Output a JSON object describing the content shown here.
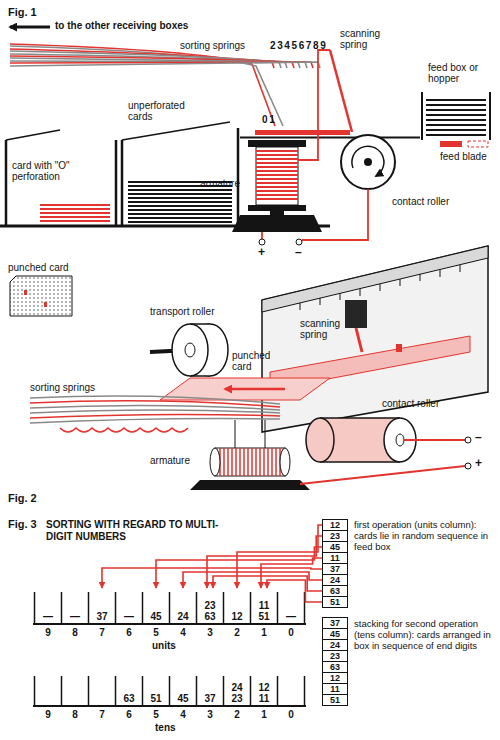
{
  "diagram": {
    "nodes": [
      {
        "text": [
          "12"
        ]
      },
      {
        "text": [
          "23"
        ]
      },
      {
        "text": [
          "45"
        ]
      },
      {
        "text": [
          "11"
        ]
      },
      {
        "text": [
          "37"
        ]
      },
      {
        "text": [
          "24"
        ]
      },
      {
        "text": [
          "63"
        ]
      },
      {
        "text": [
          "51"
        ]
      },
      {
        "text": [
          "—"
        ]
      },
      {
        "text": [
          "—"
        ]
      },
      {
        "text": [
          "37"
        ]
      },
      {
        "text": [
          "—"
        ]
      },
      {
        "text": [
          "45"
        ]
      },
      {
        "text": [
          "24"
        ]
      },
      {
        "text": [
          "23",
          "63"
        ]
      },
      {
        "text": [
          "12"
        ]
      },
      {
        "text": [
          "11",
          "51"
        ]
      },
      {
        "text": [
          "—"
        ]
      },
      {
        "text": [
          "37"
        ]
      },
      {
        "text": [
          "45"
        ]
      },
      {
        "text": [
          "24"
        ]
      },
      {
        "text": [
          "23"
        ]
      },
      {
        "text": [
          "63"
        ]
      },
      {
        "text": [
          "12"
        ]
      },
      {
        "text": [
          "11"
        ]
      },
      {
        "text": [
          "51"
        ]
      },
      {
        "text": [
          "63"
        ]
      },
      {
        "text": [
          "51"
        ]
      },
      {
        "text": [
          "45"
        ]
      },
      {
        "text": [
          "37"
        ]
      },
      {
        "text": [
          "24",
          "23"
        ]
      },
      {
        "text": [
          "12",
          "11"
        ]
      }
    ],
    "edges": [
      {
        "from": 0,
        "to": 15,
        "arrow": "to"
      },
      {
        "from": 1,
        "to": 14,
        "arrow": "to"
      },
      {
        "from": 2,
        "to": 12,
        "arrow": "to"
      },
      {
        "from": 3,
        "to": 16,
        "arrow": "to"
      },
      {
        "from": 4,
        "to": 10,
        "arrow": "to"
      },
      {
        "from": 5,
        "to": 13,
        "arrow": "to"
      },
      {
        "from": 6,
        "to": 14,
        "arrow": "to"
      },
      {
        "from": 7,
        "to": 16,
        "arrow": "to"
      }
    ],
    "labels": [
      "Fig. 1",
      "to the other receiving boxes",
      "sorting springs",
      "23456789",
      "scanning spring",
      "feed box or hopper",
      "feed blade",
      "01",
      "card with \"O\" perforation",
      "unperforated cards",
      "armature",
      "contact roller",
      "+",
      "–",
      "punched card",
      "transport roller",
      "scanning spring",
      "punched card",
      "sorting springs",
      "armature",
      "contact roller",
      "–",
      "+",
      "Fig. 2",
      "Fig. 3",
      "SORTING WITH REGARD TO MULTI-DIGIT NUMBERS",
      "first operation (units column): cards lie in random sequence in feed box",
      "stacking for second operation (tens column): cards arranged in box in sequence of end digits",
      "9",
      "8",
      "7",
      "6",
      "5",
      "4",
      "3",
      "2",
      "1",
      "0",
      "units",
      "9",
      "8",
      "7",
      "6",
      "5",
      "4",
      "3",
      "2",
      "1",
      "0",
      "tens"
    ]
  }
}
